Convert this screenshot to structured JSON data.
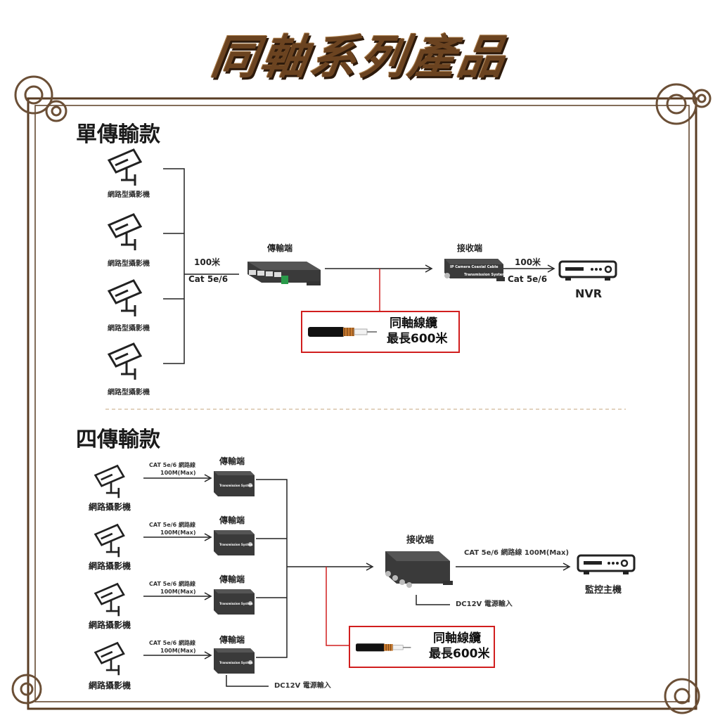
{
  "title": "同軸系列產品",
  "single": {
    "heading": "單傳輸款",
    "camera_label": "網路型攝影機",
    "distance": "100米",
    "cable_spec": "Cat 5e/6",
    "transmitter": "傳輸端",
    "receiver": "接收端",
    "receiver_text": "IP Camera Coaxial Cable",
    "receiver_text2": "Transmission System",
    "nvr": "NVR",
    "coax_name": "同軸線纜",
    "coax_len": "最長600米"
  },
  "quad": {
    "heading": "四傳輸款",
    "camera_label": "網路攝影機",
    "cable_line1": "CAT 5e/6 網路線",
    "cable_line2": "100M(Max)",
    "transmitter": "傳輸端",
    "transmitter_text": "Transmission System",
    "receiver": "接收端",
    "output_cable": "CAT 5e/6 網路線 100M(Max)",
    "host": "監控主機",
    "power_receiver": "DC12V 電源輸入",
    "power_transmitter": "DC12V 電源輸入",
    "coax_name": "同軸線纜",
    "coax_len": "最長600米"
  },
  "colors": {
    "title_brown": "#6b4320",
    "frame_brown": "#5a3d24",
    "highlight_red": "#d11e1e"
  }
}
